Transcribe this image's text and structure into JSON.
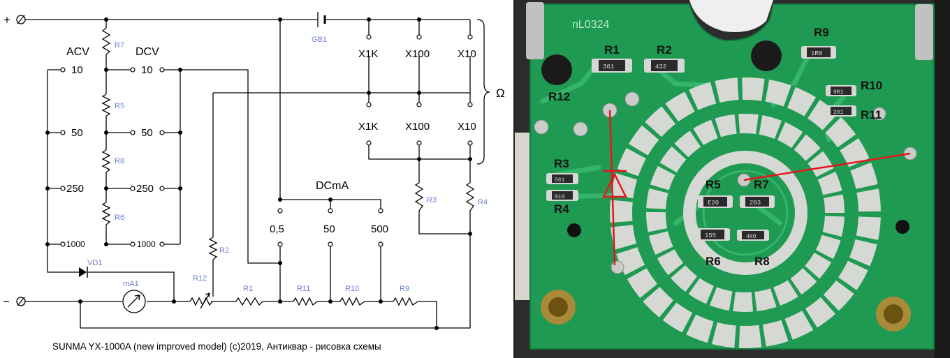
{
  "schematic": {
    "terminals": {
      "plus": "+",
      "minus": "−"
    },
    "groups": {
      "acv": "ACV",
      "dcv": "DCV",
      "dcma": "DCmA",
      "ohm": "Ω"
    },
    "acv_ranges": [
      "10",
      "50",
      "250",
      "1000"
    ],
    "dcv_ranges": [
      "10",
      "50",
      "250",
      "1000"
    ],
    "dcma_ranges": [
      "0,5",
      "50",
      "500"
    ],
    "ohm_top": [
      "X1K",
      "X100",
      "X10"
    ],
    "ohm_bottom": [
      "X1K",
      "X100",
      "X10"
    ],
    "components": {
      "gb1": "GB1",
      "r7": "R7",
      "r5": "R5",
      "r8": "R8",
      "r6": "R6",
      "r2": "R2",
      "r3": "R3",
      "r4": "R4",
      "vd1": "VD1",
      "ma1": "mA1",
      "r12": "R12",
      "r1": "R1",
      "r11": "R11",
      "r10": "R10",
      "r9": "R9"
    },
    "caption": "SUNMA YX-1000A (new improved model)   (c)2019, Антиквар  - рисовка схемы"
  },
  "pcb": {
    "silkscreen": "nL0324",
    "labels": {
      "r1": "R1",
      "r2": "R2",
      "r9": "R9",
      "r10": "R10",
      "r11": "R11",
      "r12": "R12",
      "r3": "R3",
      "r4": "R4",
      "r5": "R5",
      "r7": "R7",
      "r6": "R6",
      "r8": "R8"
    },
    "codes": {
      "r1": "361",
      "r2": "432",
      "r9": "1R0",
      "r10": "9R1",
      "r11": "201",
      "r3": "561",
      "r4": "010",
      "r5": "E20",
      "r7": "203",
      "r6": "155",
      "r8": "4R0"
    },
    "colors": {
      "board": "#1f9a52",
      "trace": "#34b56a",
      "pad": "#cfd1cf",
      "overlay": "#e8141b"
    }
  }
}
